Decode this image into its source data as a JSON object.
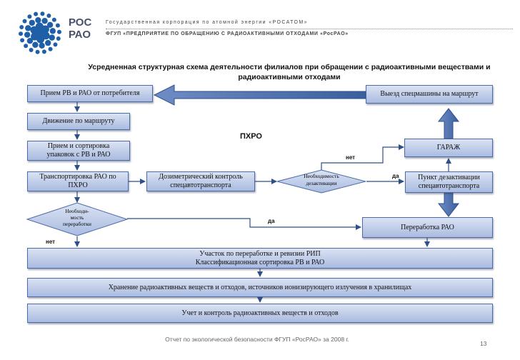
{
  "header": {
    "logo_line1": "РОС",
    "logo_line2": "РАО",
    "org_line1": "Государственная корпорация по атомной энергии «РОСАТОМ»",
    "org_line2": "ФГУП «ПРЕДПРИЯТИЕ ПО ОБРАЩЕНИЮ С РАДИОАКТИВНЫМИ ОТХОДАМИ «РосРАО»",
    "brand_color": "#1f5fa8"
  },
  "title": "Усредненная структурная схема деятельности филиалов при обращении с радиоактивными веществами и радиоактивными отходами",
  "diagram": {
    "box_priem": "Прием РВ и РАО от потребителя",
    "box_vyezd": "Выезд спецмашины на маршрут",
    "box_dvizhenie": "Движение по маршруту",
    "box_sortirovka": "Прием и сортировка\nупаковок с РВ и РАО",
    "box_garazh": "ГАРАЖ",
    "box_transport": "Транспортировка РАО по\nПХРО",
    "box_dozimetr": "Дозиметрический контроль\nспецавтотранспорта",
    "diamond_dezakt": "Необходимость\nдезактивации",
    "box_punkt": "Пункт дезактивации\nспецавтотранспорта",
    "diamond_pererab": "Необходи-\nмость\nпереработки",
    "box_pererabotka": "Переработка РАО",
    "band_uchastok": "Участок по переработке и ревизии РИП\nКлассификационная сортировка РВ и РАО",
    "band_hranenie": "Хранение радиоактивных веществ и отходов, источников ионизирующего излучения в хранилищах",
    "band_uchet": "Учет и контроль радиоактивных веществ и отходов",
    "label_pxro": "ПХРО",
    "label_net1": "нет",
    "label_da1": "да",
    "label_da2": "да",
    "label_net2": "нет"
  },
  "footer": {
    "text": "Отчет по экологической безопасности  ФГУП «РосРАО»  за 2008 г.",
    "page": "13"
  }
}
